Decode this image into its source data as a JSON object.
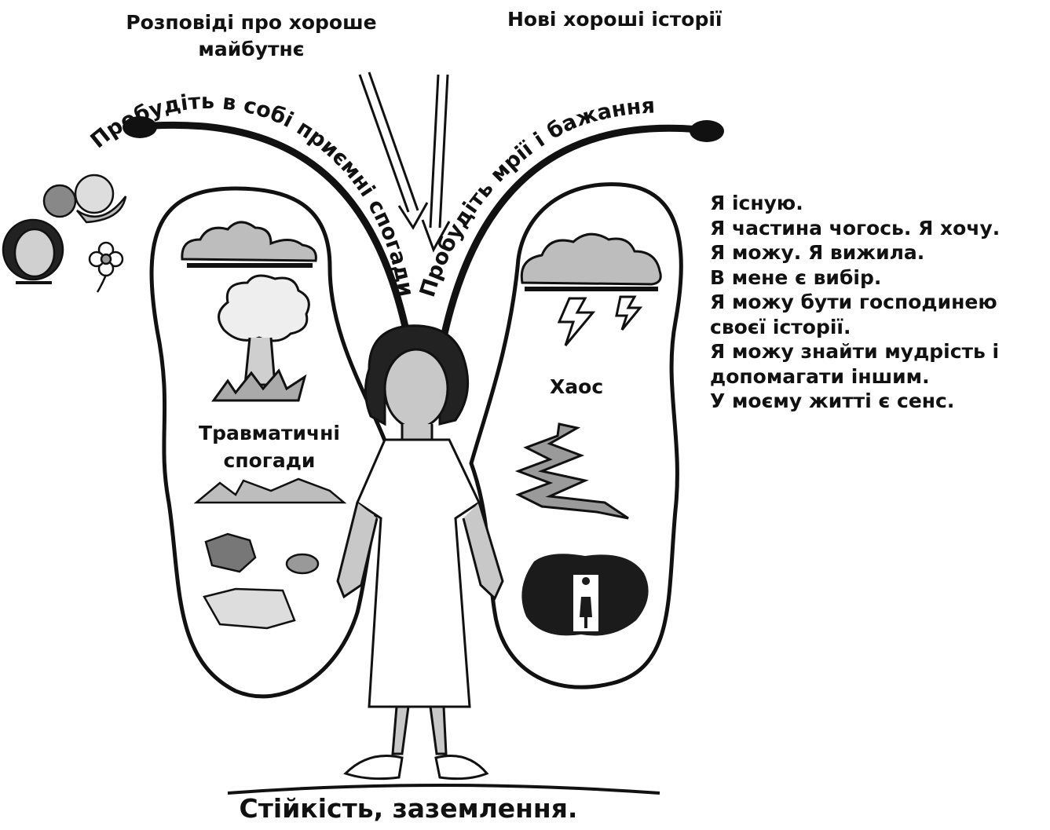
{
  "top": {
    "future_stories": "Розповіді про хороше майбутнє",
    "new_stories": "Нові хороші історії"
  },
  "arcs": {
    "left": "Пробудіть в собі приємні спогади",
    "right": "Пробудіть мрії і бажання"
  },
  "wings": {
    "left_label": "Травматичні спогади",
    "right_label": "Хаос"
  },
  "affirmations": [
    "Я існую.",
    "Я частина чогось. Я хочу.",
    "Я можу. Я вижила.",
    "В мене є вибір.",
    "Я можу бути господинею",
    "своєї історії.",
    "Я можу знайти мудрість і",
    "допомагати іншим.",
    "У моєму житті є сенс."
  ],
  "bottom": {
    "grounding": "Стійкість, заземлення."
  },
  "colors": {
    "ink": "#111111",
    "fill_gray": "#cfcfcf",
    "dark_fill": "#222222",
    "background": "#ffffff"
  },
  "icons": [
    "fruit-icon",
    "woman-face-icon",
    "flower-icon",
    "cloud-icon",
    "explosion-icon",
    "ruins-icon",
    "storm-icon",
    "lightning-icon",
    "crack-icon",
    "door-icon"
  ]
}
